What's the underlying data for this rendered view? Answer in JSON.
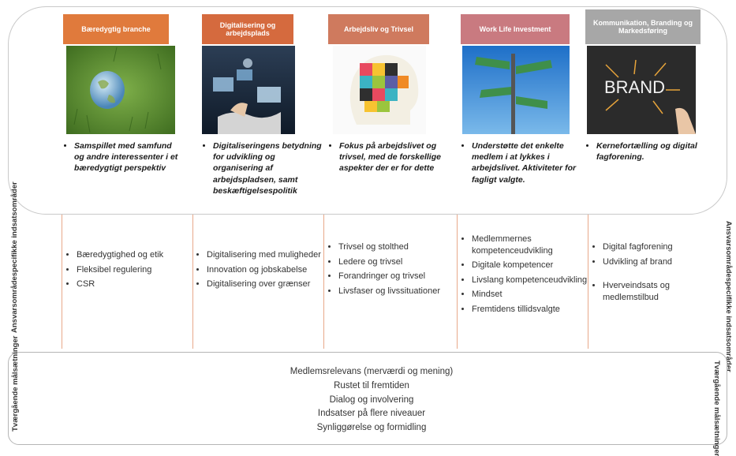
{
  "columns": [
    {
      "header": "Bæredygtig branche",
      "header_color": "#e07a3c",
      "image": "globe-on-grass",
      "bullets": [
        "Samspillet med samfund og andre interessenter i et bæredygtigt perspektiv"
      ],
      "items": [
        "Bæredygtighed og etik",
        "Fleksibel regulering",
        "CSR"
      ]
    },
    {
      "header": "Digitalisering og arbejdsplads",
      "header_color": "#d56a3e",
      "image": "digital-hands",
      "bullets": [
        "Digitaliseringens betydning for udvikling og organisering af arbejdspladsen, samt beskæftigelsespolitik"
      ],
      "items": [
        "Digitalisering med muligheder",
        "Innovation og jobskabelse",
        "Digitalisering over grænser"
      ]
    },
    {
      "header": "Arbejdsliv og Trivsel",
      "header_color": "#cf7a5e",
      "image": "puzzle-head",
      "bullets": [
        "Fokus på arbejdslivet og trivsel, med de forskellige aspekter der er for dette"
      ],
      "items": [
        "Trivsel og stolthed",
        "Ledere og trivsel",
        "Forandringer og trivsel",
        "Livsfaser og livssituationer"
      ]
    },
    {
      "header": "Work Life Investment",
      "header_color": "#c97a80",
      "image": "signpost",
      "bullets": [
        "Understøtte det enkelte medlem i at lykkes i arbejdslivet. Aktiviteter for fagligt valgte."
      ],
      "items": [
        "Medlemmernes kompetenceudvikling",
        "Digitale kompetencer",
        "Livslang kompetenceudvikling",
        "Mindset",
        "Fremtidens tillidsvalgte"
      ]
    },
    {
      "header": "Kommunikation, Branding og Markedsføring",
      "header_color": "#a7a7a7",
      "image": "brand-chalkboard",
      "bullets": [
        "Kernefortælling og digital fagforening."
      ],
      "items": [
        "Digital fagforening",
        "Udvikling af brand",
        "",
        "Hverveindsats og medlemstilbud"
      ]
    }
  ],
  "brand_image_text": "BRAND",
  "side_label_middle": "Ansvarsområdespecifikke indsatsområder",
  "side_label_bottom": "Tværgående målsætninger",
  "crosscutting_goals": [
    "Medlemsrelevans (merværdi og mening)",
    "Rustet til fremtiden",
    "Dialog og involvering",
    "Indsatser på flere niveauer",
    "Synliggørelse og formidling"
  ]
}
